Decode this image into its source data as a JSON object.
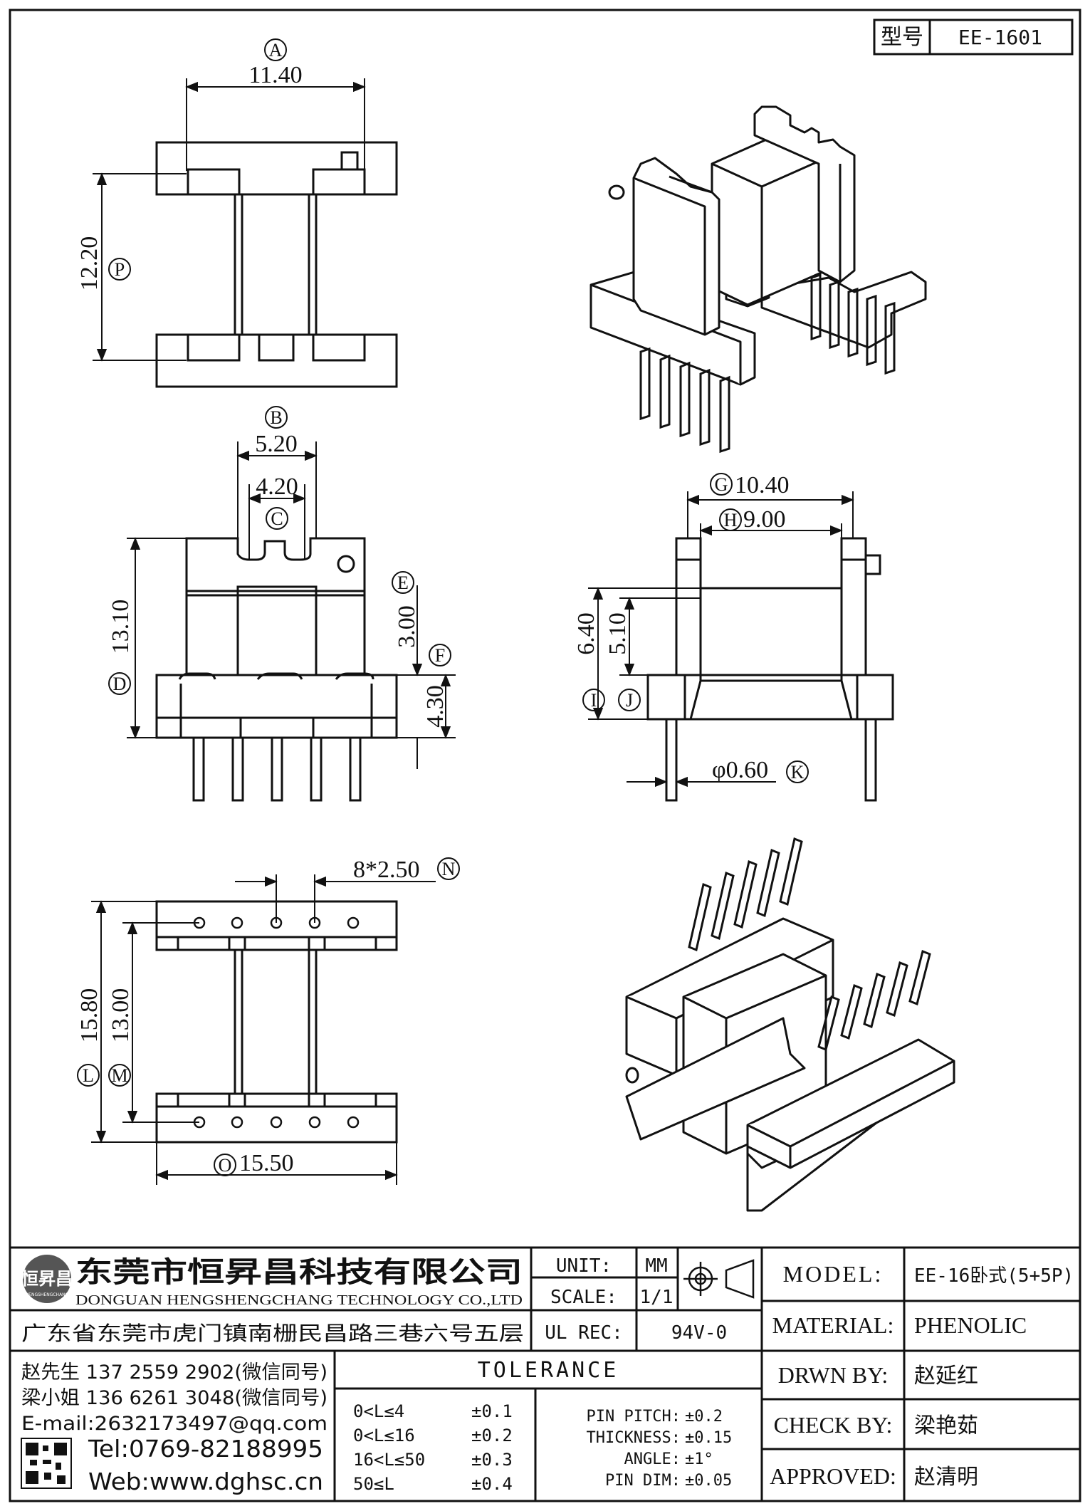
{
  "model_box": {
    "label": "型号",
    "value": "EE-1601"
  },
  "dimensions": {
    "A": {
      "letter": "A",
      "value": "11.40"
    },
    "P": {
      "letter": "P",
      "value": "12.20"
    },
    "B": {
      "letter": "B",
      "value": "5.20"
    },
    "C": {
      "letter": "C",
      "value": "4.20"
    },
    "D": {
      "letter": "D",
      "value": "13.10"
    },
    "E": {
      "letter": "E",
      "value": "3.00"
    },
    "F": {
      "letter": "F",
      "value": "4.30"
    },
    "G": {
      "letter": "G",
      "value": "10.40"
    },
    "H": {
      "letter": "H",
      "value": "9.00"
    },
    "I": {
      "letter": "I",
      "value": "6.40"
    },
    "J": {
      "letter": "J",
      "value": "5.10"
    },
    "K": {
      "letter": "K",
      "value": "φ0.60"
    },
    "N": {
      "letter": "N",
      "value": "8*2.50"
    },
    "L": {
      "letter": "L",
      "value": "15.80"
    },
    "M": {
      "letter": "M",
      "value": "13.00"
    },
    "O": {
      "letter": "O",
      "value": "15.50"
    }
  },
  "company": {
    "logo_text": "恒昇昌",
    "logo_sub": "HENGSHENGCHANG",
    "name_cn": "东莞市恒昇昌科技有限公司",
    "name_en": "DONGUAN HENGSHENGCHANG TECHNOLOGY CO.,LTD",
    "address": "广东省东莞市虎门镇南栅民昌路三巷六号五层"
  },
  "contacts": [
    "赵先生 137 2559 2902(微信同号)",
    "梁小姐 136 6261 3048(微信同号)",
    "E-mail:2632173497@qq.com"
  ],
  "tel": "Tel:0769-82188995",
  "web": "Web:www.dghsc.cn",
  "spec": {
    "unit_label": "UNIT:",
    "unit_value": "MM",
    "scale_label": "SCALE:",
    "scale_value": "1/1",
    "ulrec_label": "UL REC:",
    "ulrec_value": "94V-0"
  },
  "tolerance": {
    "title": "TOLERANCE",
    "ranges": [
      {
        "range": "0<L≤4",
        "tol": "±0.1"
      },
      {
        "range": "0<L≤16",
        "tol": "±0.2"
      },
      {
        "range": "16<L≤50",
        "tol": "±0.3"
      },
      {
        "range": "50≤L",
        "tol": "±0.4"
      }
    ],
    "items": [
      {
        "label": "PIN PITCH:",
        "tol": "±0.2"
      },
      {
        "label": "THICKNESS:",
        "tol": "±0.15"
      },
      {
        "label": "ANGLE:",
        "tol": "±1°"
      },
      {
        "label": "PIN DIM:",
        "tol": "±0.05"
      }
    ]
  },
  "titleblock": [
    {
      "label": "MODEL:",
      "value": "EE-16卧式(5+5P)"
    },
    {
      "label": "MATERIAL:",
      "value": "PHENOLIC"
    },
    {
      "label": "DRWN BY:",
      "value": "赵延红"
    },
    {
      "label": "CHECK BY:",
      "value": "梁艳茹"
    },
    {
      "label": "APPROVED:",
      "value": "赵清明"
    }
  ]
}
